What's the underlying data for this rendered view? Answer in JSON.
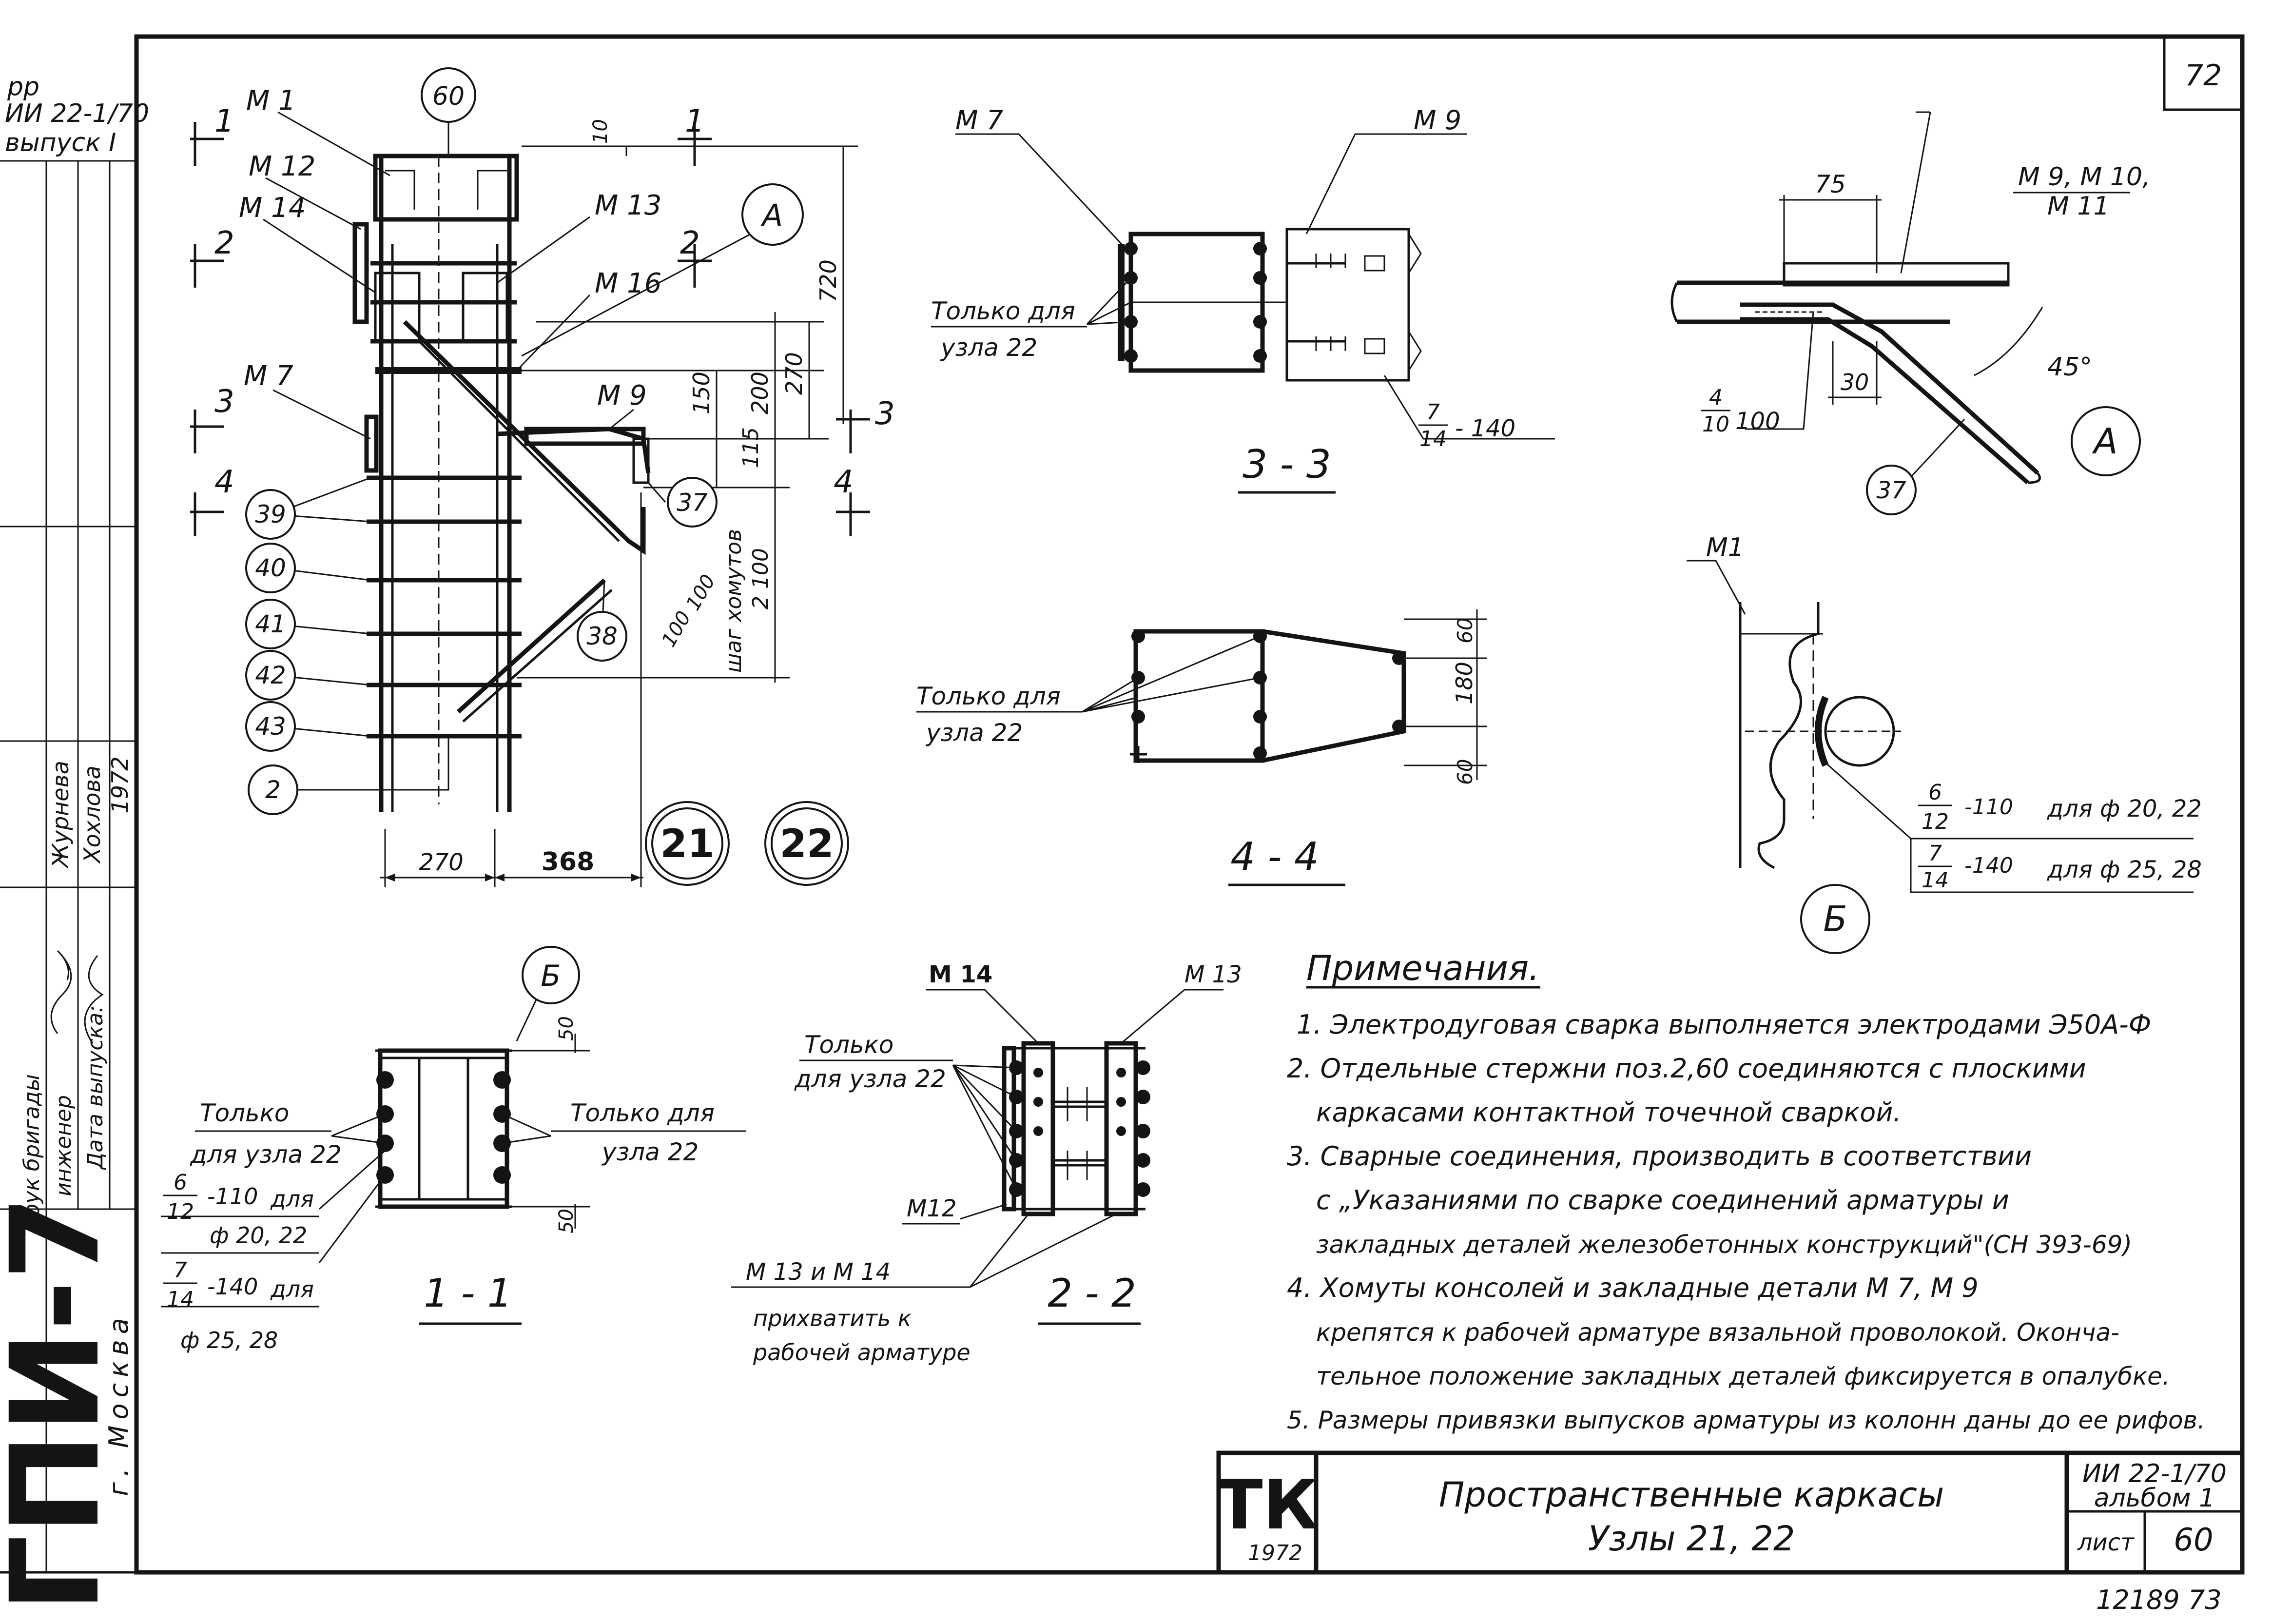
{
  "sheet": {
    "corner_number": "72",
    "org_code": "ГПИ-7",
    "org_city": "г. Москва",
    "stamp_top": [
      "рр",
      "ИИ 22-1/70",
      "выпуск I"
    ],
    "stamp_year": "1972",
    "stamp_names": [
      "Журнева",
      "Хохлова"
    ],
    "stamp_roles": [
      "рук бригады",
      "инженер",
      "Дата выпуска:"
    ],
    "bottom_numbers": "12189 73"
  },
  "title_block": {
    "logo": "ТК",
    "logo_year": "1972",
    "title_line1": "Пространственные каркасы",
    "title_line2": "Узлы 21, 22",
    "doc_line1": "ИИ 22-1/70",
    "doc_line2": "альбом 1",
    "sheet_label": "лист",
    "sheet_number": "60"
  },
  "elevation": {
    "labels": {
      "m1": "М 1",
      "m12": "М 12",
      "m14": "М 14",
      "m13": "М 13",
      "m16": "М 16",
      "m7": "М 7",
      "m9": "М 9"
    },
    "markers": [
      "60",
      "37",
      "38",
      "39",
      "40",
      "41",
      "42",
      "43",
      "2"
    ],
    "callout_a": "А",
    "section_marks": [
      "1",
      "1",
      "2",
      "2",
      "3",
      "3",
      "4",
      "4"
    ],
    "dims": {
      "d10": "10",
      "d720": "720",
      "d270v": "270",
      "d200": "200",
      "d150": "150",
      "d115": "115",
      "step": "шаг хомутов",
      "step2": "2 100",
      "d100a": "100",
      "d100b": "100",
      "d270h": "270",
      "d368": "368"
    },
    "node_numbers": [
      "21",
      "22"
    ]
  },
  "section_33": {
    "m7": "М 7",
    "m9": "М 9",
    "only1": "Только для",
    "only2": "узла 22",
    "weld": "7/14 - 140",
    "weld_num": "7",
    "weld_den": "14",
    "weld_len": "- 140",
    "title": "3 - 3"
  },
  "section_44": {
    "only1": "Только для",
    "only2": "узла 22",
    "d60a": "60",
    "d180": "180",
    "d60b": "60",
    "title": "4 - 4"
  },
  "detail_a": {
    "d75": "75",
    "labels1": "М 9, М 10,",
    "labels2": "М 11",
    "weld_num": "4",
    "weld_den": "10",
    "weld_len": "100",
    "d30": "30",
    "angle": "45°",
    "marker": "37",
    "title": "А"
  },
  "detail_b": {
    "m1": "М1",
    "w1_num": "6",
    "w1_den": "12",
    "w1_len": "-110",
    "w1_for": "для ф 20, 22",
    "w2_num": "7",
    "w2_den": "14",
    "w2_len": "-140",
    "w2_for": "для ф 25, 28",
    "title": "Б"
  },
  "section_11": {
    "marker": "Б",
    "only_left1": "Только",
    "only_left2": "для узла 22",
    "only_right1": "Только для",
    "only_right2": "узла 22",
    "d50a": "50",
    "d50b": "50",
    "w1_num": "6",
    "w1_den": "12",
    "w1_len": "-110",
    "w1_for": "для",
    "w1_dia": "ф 20, 22",
    "w2_num": "7",
    "w2_den": "14",
    "w2_len": "-140",
    "w2_for": "для",
    "w2_dia": "ф 25, 28",
    "title": "1 - 1"
  },
  "section_22": {
    "m14": "М 14",
    "m13": "М 13",
    "m12": "М12",
    "only1": "Только",
    "only2": "для узла 22",
    "m13m14": "М 13 и М 14",
    "tack1": "прихватить к",
    "tack2": "рабочей арматуре",
    "title": "2 - 2"
  },
  "notes": {
    "heading": "Примечания.",
    "lines": [
      "1. Электродуговая сварка выполняется электродами Э50А-Ф",
      "2. Отдельные стержни поз.2,60 соединяются с плоскими",
      "каркасами контактной точечной сваркой.",
      "3. Сварные соединения, производить в соответствии",
      "с „Указаниями по сварке соединений арматуры и",
      "закладных деталей железобетонных конструкций\"(СН 393-69)",
      "4. Хомуты консолей и закладные детали М 7, М 9",
      "крепятся к рабочей арматуре вязальной проволокой. Оконча-",
      "тельное положение закладных деталей фиксируется в опалубке.",
      "5. Размеры привязки выпусков арматуры из колонн даны до ее рифов."
    ]
  }
}
